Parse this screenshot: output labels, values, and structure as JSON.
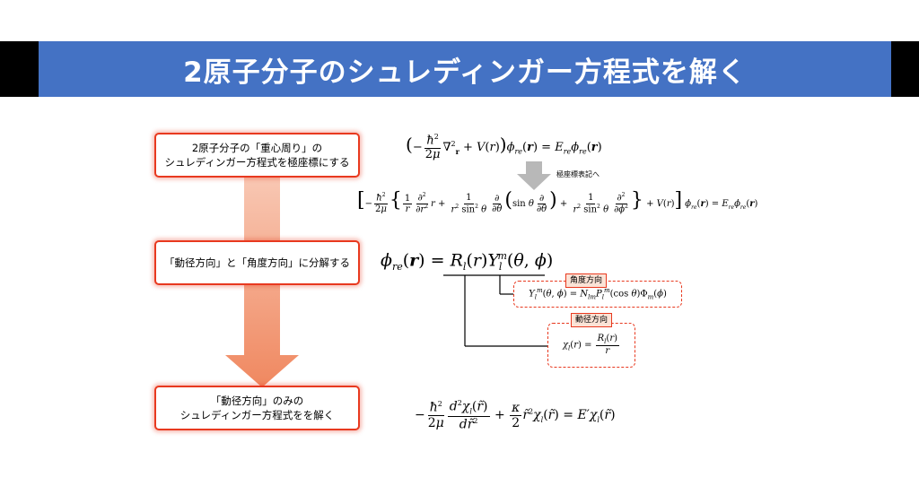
{
  "title": "2原子分子のシュレディンガー方程式を解く",
  "steps": [
    {
      "lines": [
        "2原子分子の「重心周り」の",
        "シュレディンガー方程式を極座標にする"
      ]
    },
    {
      "lines": [
        "「動径方向」と「角度方向」に分解する"
      ]
    },
    {
      "lines": [
        "「動径方向」のみの",
        "シュレディンガー方程式をを解く"
      ]
    }
  ],
  "conversion_label": "極座標表記へ",
  "angular_tag": "角度方向",
  "radial_tag": "動径方向",
  "colors": {
    "banner": "#4472c4",
    "box_border": "#e8391f",
    "arrow_top": "#f8c8b4",
    "arrow_bottom": "#f08860",
    "gray_arrow": "#b8b8b8"
  }
}
